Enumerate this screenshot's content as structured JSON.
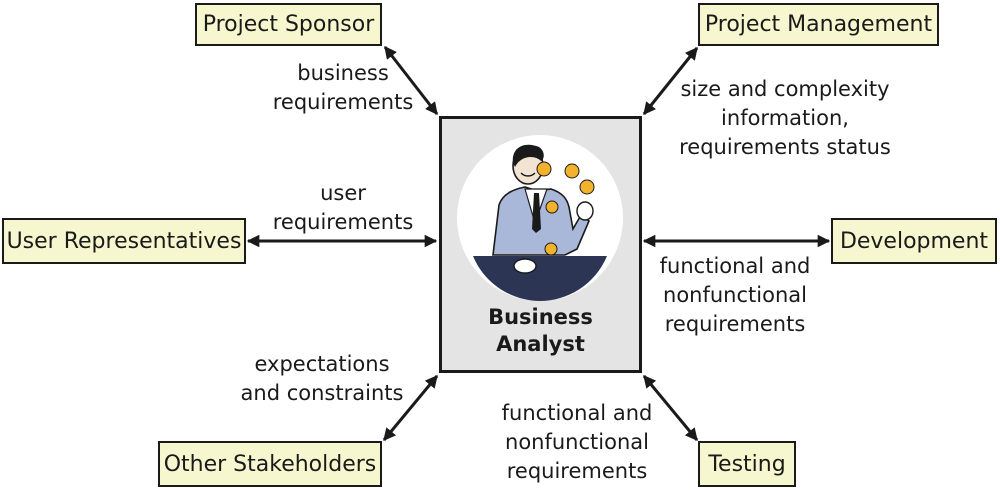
{
  "center": {
    "title_line1": "Business",
    "title_line2": "Analyst",
    "icon": "person-juggling-icon"
  },
  "stakeholders": {
    "project_sponsor": "Project Sponsor",
    "project_management": "Project Management",
    "user_representatives": "User Representatives",
    "development": "Development",
    "other_stakeholders": "Other Stakeholders",
    "testing": "Testing"
  },
  "flows": {
    "sponsor": [
      "business",
      "requirements"
    ],
    "management": [
      "size and complexity",
      "information,",
      "requirements status"
    ],
    "users": [
      "user",
      "requirements"
    ],
    "development": [
      "functional and",
      "nonfunctional",
      "requirements"
    ],
    "other": [
      "expectations",
      "and constraints"
    ],
    "testing": [
      "functional and",
      "nonfunctional",
      "requirements"
    ]
  },
  "colors": {
    "box_fill": "#f7f7cf",
    "center_fill": "#e4e4e4",
    "suit": "#a9b7d8",
    "juggling_balls": "#f2b22c",
    "desk": "#2c3553"
  }
}
